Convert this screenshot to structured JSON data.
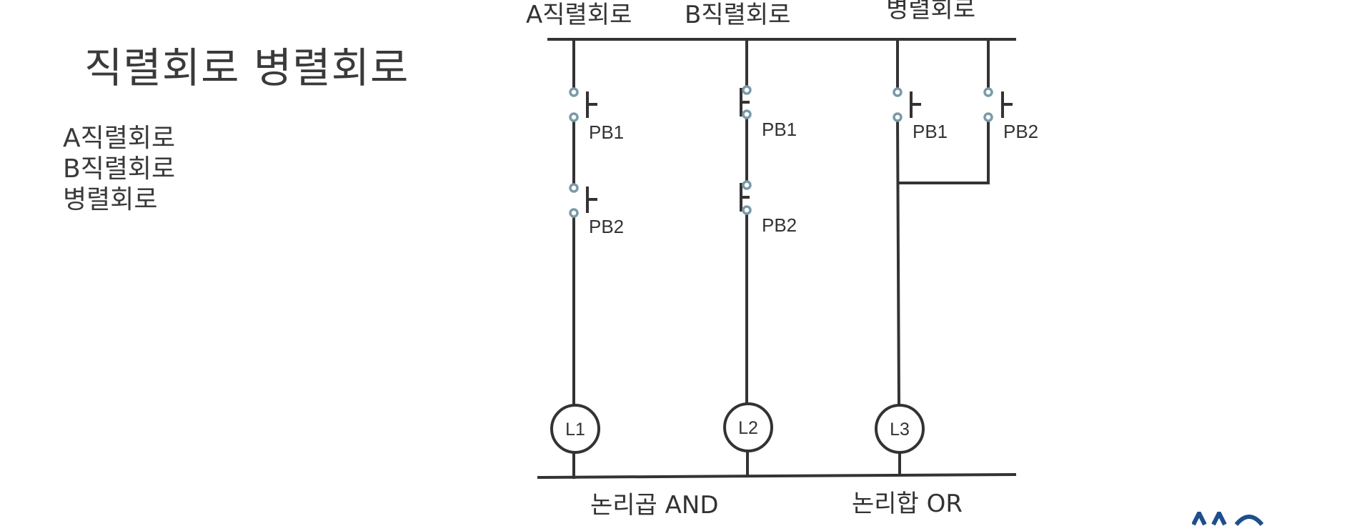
{
  "title": "직렬회로 병렬회로",
  "side_list": [
    "A직렬회로",
    "B직렬회로",
    "병렬회로"
  ],
  "headers": {
    "a": "A직렬회로",
    "b": "B직렬회로",
    "c": "병렬회로"
  },
  "switch_labels": {
    "a_pb1": "PB1",
    "a_pb2": "PB2",
    "b_pb1": "PB1",
    "b_pb2": "PB2",
    "c_pb1": "PB1",
    "c_pb2": "PB2"
  },
  "lamps": {
    "l1": "L1",
    "l2": "L2",
    "l3": "L3"
  },
  "footers": {
    "and": "논리곱  AND",
    "or": "논리합  OR"
  },
  "colors": {
    "wire": "#333333",
    "terminal": "#7a9aa8",
    "logo": "#1f4e8c"
  }
}
